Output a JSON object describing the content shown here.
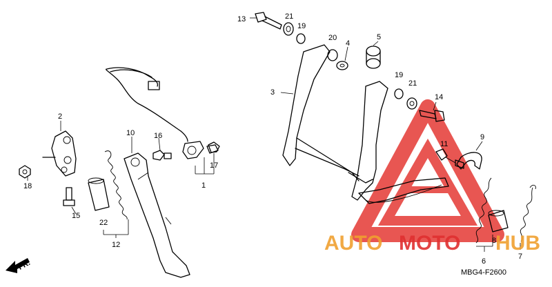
{
  "diagram": {
    "callouts": [
      "1",
      "2",
      "3",
      "4",
      "5",
      "6",
      "7",
      "8",
      "9",
      "10",
      "11",
      "12",
      "13",
      "14",
      "15",
      "16",
      "17",
      "18",
      "19",
      "19",
      "20",
      "21",
      "21",
      "22"
    ],
    "direction_label": "FR.",
    "diagram_code": "MBG4-F2600"
  },
  "watermark": {
    "brand_part1": "AUTO",
    "brand_part2": "MOTO",
    "brand_part3": "HUB",
    "colors": {
      "orange": "#f0a030",
      "red": "#e03030",
      "triangle": "#e53935"
    }
  }
}
